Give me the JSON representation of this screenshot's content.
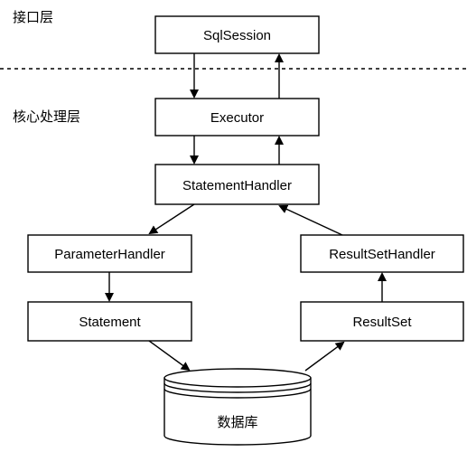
{
  "layers": {
    "interface": "接口层",
    "core": "核心处理层"
  },
  "nodes": {
    "sqlsession": "SqlSession",
    "executor": "Executor",
    "statementhandler": "StatementHandler",
    "parameterhandler": "ParameterHandler",
    "resultsethandler": "ResultSetHandler",
    "statement": "Statement",
    "resultset": "ResultSet",
    "database": "数据库"
  }
}
